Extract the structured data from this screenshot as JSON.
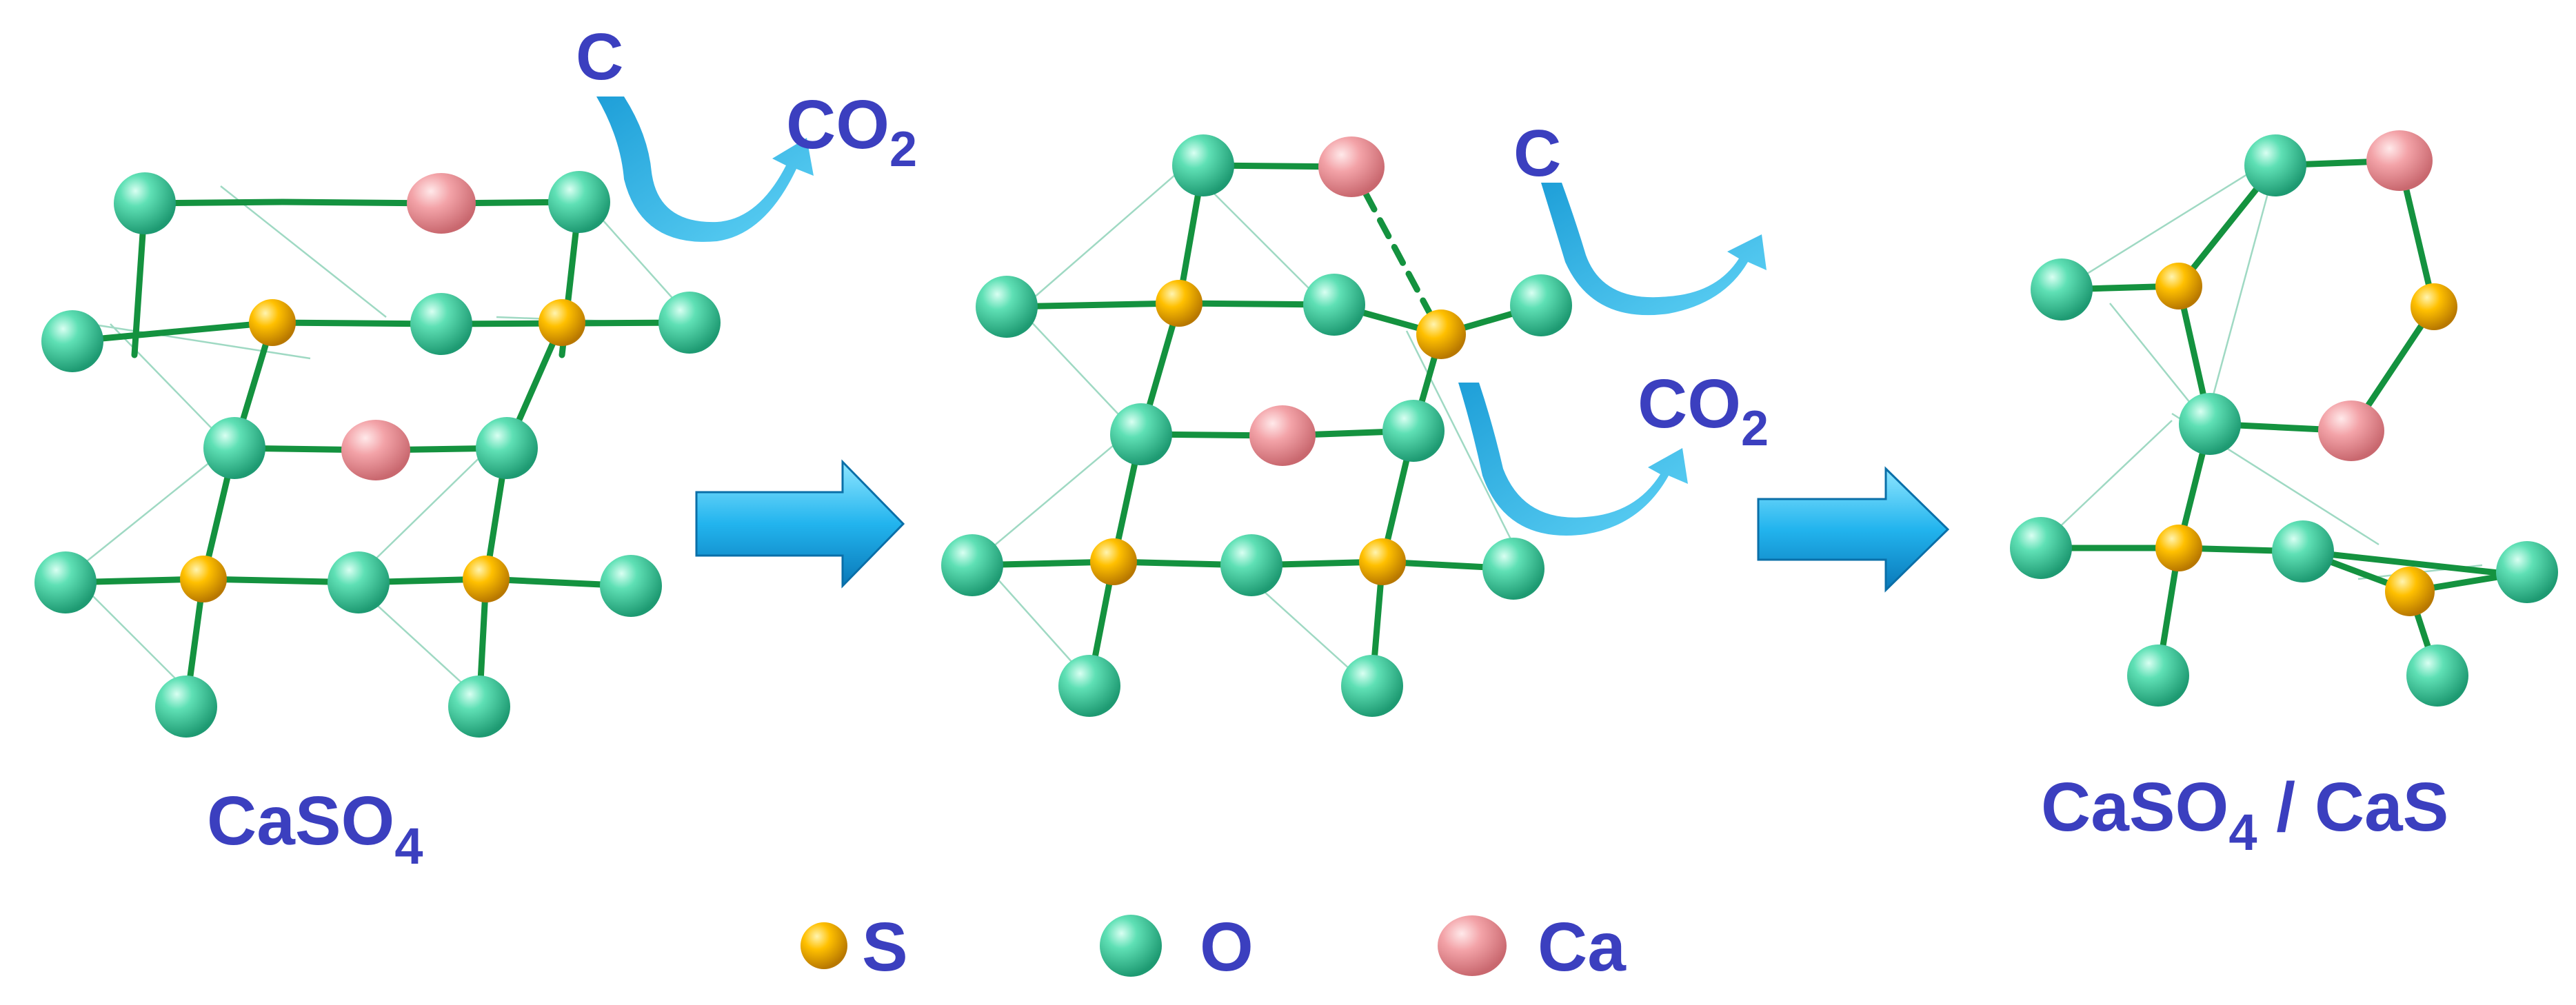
{
  "colors": {
    "text": "#3b3fbf",
    "bond": "#14923f",
    "oxygen": "#3fd0a0",
    "sulfur": "#f3b400",
    "calcium": "#f09aa0",
    "arrow": "#1aa4dd"
  },
  "labels": {
    "reactant": {
      "main": "CaSO",
      "sub": "4",
      "rest": ""
    },
    "product": {
      "main": "CaSO",
      "sub": "4",
      "rest": " / CaS"
    },
    "c1": "C",
    "co2_1": {
      "main": "CO",
      "sub": "2"
    },
    "c2": "C",
    "co2_2": {
      "main": "CO",
      "sub": "2"
    }
  },
  "legend": [
    {
      "symbol": "S",
      "atom": "sulfur"
    },
    {
      "symbol": "O",
      "atom": "oxygen"
    },
    {
      "symbol": "Ca",
      "atom": "calcium"
    }
  ]
}
